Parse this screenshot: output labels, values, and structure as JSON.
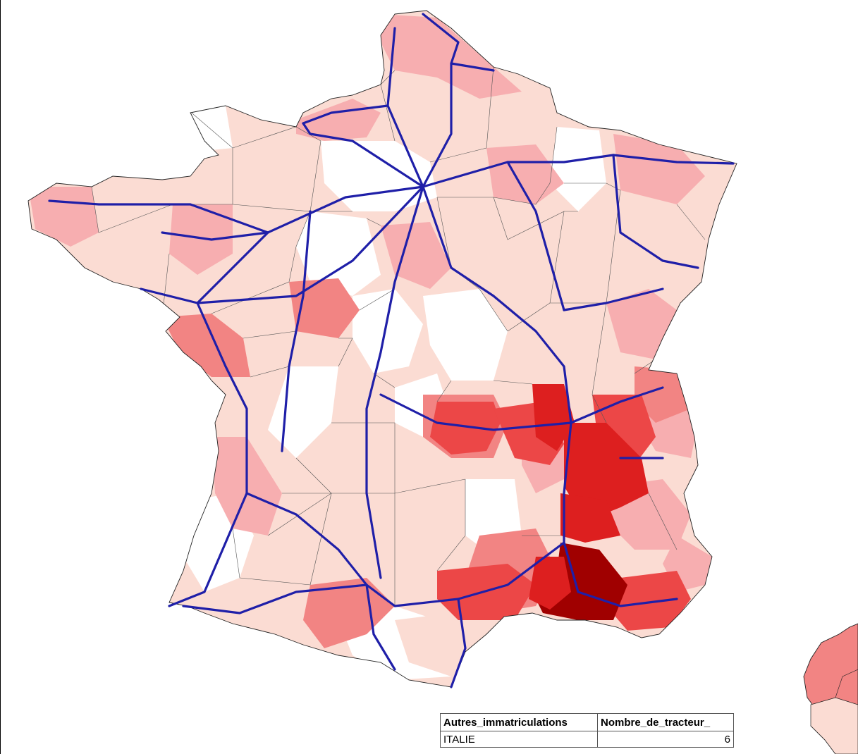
{
  "colors": {
    "background": "#ffffff",
    "class_0": "#ffffff",
    "class_1": "#fbdcd3",
    "class_2": "#f7aeb0",
    "class_3": "#f28483",
    "class_4": "#ec4747",
    "class_5": "#dd1f1f",
    "class_6": "#a00000",
    "roads": "#1f1fa8",
    "borders": "#333333"
  },
  "table": {
    "headers": [
      "Autres_immatriculations",
      "Nombre_de_tracteur_"
    ],
    "rows": [
      {
        "label": "ITALIE",
        "value": "6"
      }
    ]
  }
}
